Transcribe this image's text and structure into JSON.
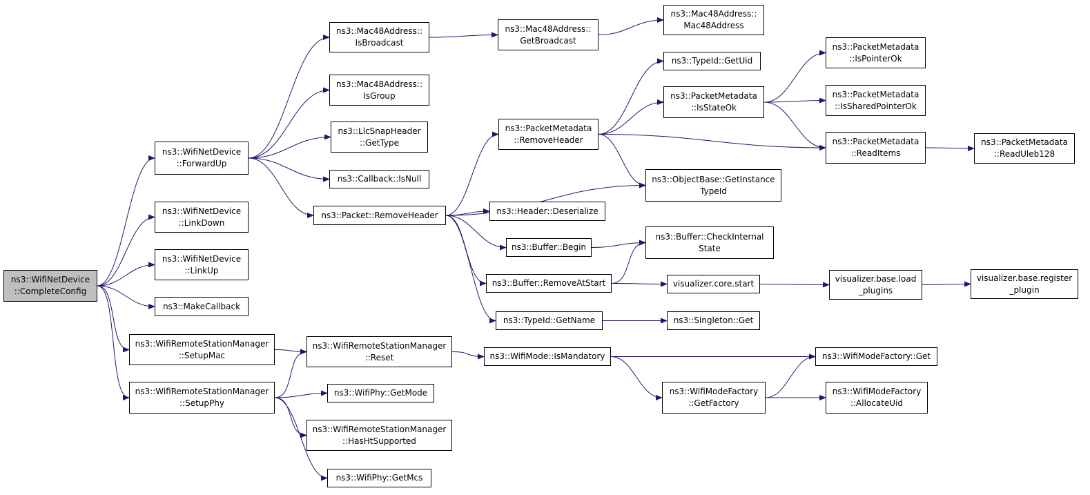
{
  "colors": {
    "edge": "#191970",
    "root_fill": "#bfbfbf",
    "node_fill": "#ffffff",
    "border": "#000000"
  },
  "nodes": [
    {
      "id": "complete_config",
      "lines": [
        "ns3::WifiNetDevice",
        "::CompleteConfig"
      ],
      "root": true
    },
    {
      "id": "forward_up",
      "lines": [
        "ns3::WifiNetDevice",
        "::ForwardUp"
      ]
    },
    {
      "id": "link_down",
      "lines": [
        "ns3::WifiNetDevice",
        "::LinkDown"
      ]
    },
    {
      "id": "link_up",
      "lines": [
        "ns3::WifiNetDevice",
        "::LinkUp"
      ]
    },
    {
      "id": "make_callback",
      "lines": [
        "ns3::MakeCallback"
      ]
    },
    {
      "id": "setup_mac",
      "lines": [
        "ns3::WifiRemoteStationManager",
        "::SetupMac"
      ]
    },
    {
      "id": "setup_phy",
      "lines": [
        "ns3::WifiRemoteStationManager",
        "::SetupPhy"
      ]
    },
    {
      "id": "is_broadcast",
      "lines": [
        "ns3::Mac48Address::",
        "IsBroadcast"
      ]
    },
    {
      "id": "is_group",
      "lines": [
        "ns3::Mac48Address::",
        "IsGroup"
      ]
    },
    {
      "id": "llc_get_type",
      "lines": [
        "ns3::LlcSnapHeader",
        "::GetType"
      ]
    },
    {
      "id": "callback_is_null",
      "lines": [
        "ns3::Callback::IsNull"
      ]
    },
    {
      "id": "packet_remove_header",
      "lines": [
        "ns3::Packet::RemoveHeader"
      ]
    },
    {
      "id": "get_broadcast",
      "lines": [
        "ns3::Mac48Address::",
        "GetBroadcast"
      ]
    },
    {
      "id": "mac48_ctor",
      "lines": [
        "ns3::Mac48Address::",
        "Mac48Address"
      ]
    },
    {
      "id": "pm_remove_header",
      "lines": [
        "ns3::PacketMetadata",
        "::RemoveHeader"
      ]
    },
    {
      "id": "typeid_get_uid",
      "lines": [
        "ns3::TypeId::GetUid"
      ]
    },
    {
      "id": "pm_is_state_ok",
      "lines": [
        "ns3::PacketMetadata",
        "::IsStateOk"
      ]
    },
    {
      "id": "pm_is_pointer_ok",
      "lines": [
        "ns3::PacketMetadata",
        "::IsPointerOk"
      ]
    },
    {
      "id": "pm_is_shared_pointer_ok",
      "lines": [
        "ns3::PacketMetadata",
        "::IsSharedPointerOk"
      ]
    },
    {
      "id": "pm_read_items",
      "lines": [
        "ns3::PacketMetadata",
        "::ReadItems"
      ]
    },
    {
      "id": "pm_read_uleb128",
      "lines": [
        "ns3::PacketMetadata",
        "::ReadUleb128"
      ]
    },
    {
      "id": "get_instance_typeid",
      "lines": [
        "ns3::ObjectBase::GetInstance",
        "TypeId"
      ]
    },
    {
      "id": "header_deserialize",
      "lines": [
        "ns3::Header::Deserialize"
      ]
    },
    {
      "id": "buffer_begin",
      "lines": [
        "ns3::Buffer::Begin"
      ]
    },
    {
      "id": "buffer_check_internal_state",
      "lines": [
        "ns3::Buffer::CheckInternal",
        "State"
      ]
    },
    {
      "id": "buffer_remove_at_start",
      "lines": [
        "ns3::Buffer::RemoveAtStart"
      ]
    },
    {
      "id": "viz_core_start",
      "lines": [
        "visualizer.core.start"
      ]
    },
    {
      "id": "viz_load_plugins",
      "lines": [
        "visualizer.base.load",
        "_plugins"
      ]
    },
    {
      "id": "viz_register_plugin",
      "lines": [
        "visualizer.base.register",
        "_plugin"
      ]
    },
    {
      "id": "typeid_get_name",
      "lines": [
        "ns3::TypeId::GetName"
      ]
    },
    {
      "id": "singleton_get",
      "lines": [
        "ns3::Singleton::Get"
      ]
    },
    {
      "id": "wrsm_reset",
      "lines": [
        "ns3::WifiRemoteStationManager",
        "::Reset"
      ]
    },
    {
      "id": "wifimode_is_mandatory",
      "lines": [
        "ns3::WifiMode::IsMandatory"
      ]
    },
    {
      "id": "wmf_get",
      "lines": [
        "ns3::WifiModeFactory::Get"
      ]
    },
    {
      "id": "wmf_get_factory",
      "lines": [
        "ns3::WifiModeFactory",
        "::GetFactory"
      ]
    },
    {
      "id": "wmf_allocate_uid",
      "lines": [
        "ns3::WifiModeFactory",
        "::AllocateUid"
      ]
    },
    {
      "id": "wifiphy_get_mode",
      "lines": [
        "ns3::WifiPhy::GetMode"
      ]
    },
    {
      "id": "wrsm_has_ht_supported",
      "lines": [
        "ns3::WifiRemoteStationManager",
        "::HasHtSupported"
      ]
    },
    {
      "id": "wifiphy_get_mcs",
      "lines": [
        "ns3::WifiPhy::GetMcs"
      ]
    }
  ],
  "edges": [
    [
      "complete_config",
      "forward_up"
    ],
    [
      "complete_config",
      "link_down"
    ],
    [
      "complete_config",
      "link_up"
    ],
    [
      "complete_config",
      "make_callback"
    ],
    [
      "complete_config",
      "setup_mac"
    ],
    [
      "complete_config",
      "setup_phy"
    ],
    [
      "forward_up",
      "is_broadcast"
    ],
    [
      "forward_up",
      "is_group"
    ],
    [
      "forward_up",
      "llc_get_type"
    ],
    [
      "forward_up",
      "callback_is_null"
    ],
    [
      "forward_up",
      "packet_remove_header"
    ],
    [
      "is_broadcast",
      "get_broadcast"
    ],
    [
      "get_broadcast",
      "mac48_ctor"
    ],
    [
      "packet_remove_header",
      "pm_remove_header"
    ],
    [
      "packet_remove_header",
      "get_instance_typeid"
    ],
    [
      "packet_remove_header",
      "header_deserialize"
    ],
    [
      "packet_remove_header",
      "buffer_begin"
    ],
    [
      "packet_remove_header",
      "buffer_remove_at_start"
    ],
    [
      "packet_remove_header",
      "typeid_get_name"
    ],
    [
      "pm_remove_header",
      "typeid_get_uid"
    ],
    [
      "pm_remove_header",
      "pm_is_state_ok"
    ],
    [
      "pm_remove_header",
      "pm_read_items"
    ],
    [
      "pm_remove_header",
      "get_instance_typeid"
    ],
    [
      "pm_is_state_ok",
      "pm_is_pointer_ok"
    ],
    [
      "pm_is_state_ok",
      "pm_is_shared_pointer_ok"
    ],
    [
      "pm_is_state_ok",
      "pm_read_items"
    ],
    [
      "pm_read_items",
      "pm_read_uleb128"
    ],
    [
      "buffer_begin",
      "buffer_check_internal_state"
    ],
    [
      "buffer_remove_at_start",
      "buffer_check_internal_state"
    ],
    [
      "buffer_remove_at_start",
      "viz_core_start"
    ],
    [
      "viz_core_start",
      "viz_load_plugins"
    ],
    [
      "viz_load_plugins",
      "viz_register_plugin"
    ],
    [
      "typeid_get_name",
      "singleton_get"
    ],
    [
      "setup_mac",
      "wrsm_reset"
    ],
    [
      "setup_phy",
      "wrsm_reset"
    ],
    [
      "setup_phy",
      "wifiphy_get_mode"
    ],
    [
      "setup_phy",
      "wrsm_has_ht_supported"
    ],
    [
      "setup_phy",
      "wifiphy_get_mcs"
    ],
    [
      "wrsm_reset",
      "wifimode_is_mandatory"
    ],
    [
      "wifimode_is_mandatory",
      "wmf_get"
    ],
    [
      "wifimode_is_mandatory",
      "wmf_get_factory"
    ],
    [
      "wmf_get_factory",
      "wmf_get"
    ],
    [
      "wmf_get_factory",
      "wmf_allocate_uid"
    ]
  ]
}
